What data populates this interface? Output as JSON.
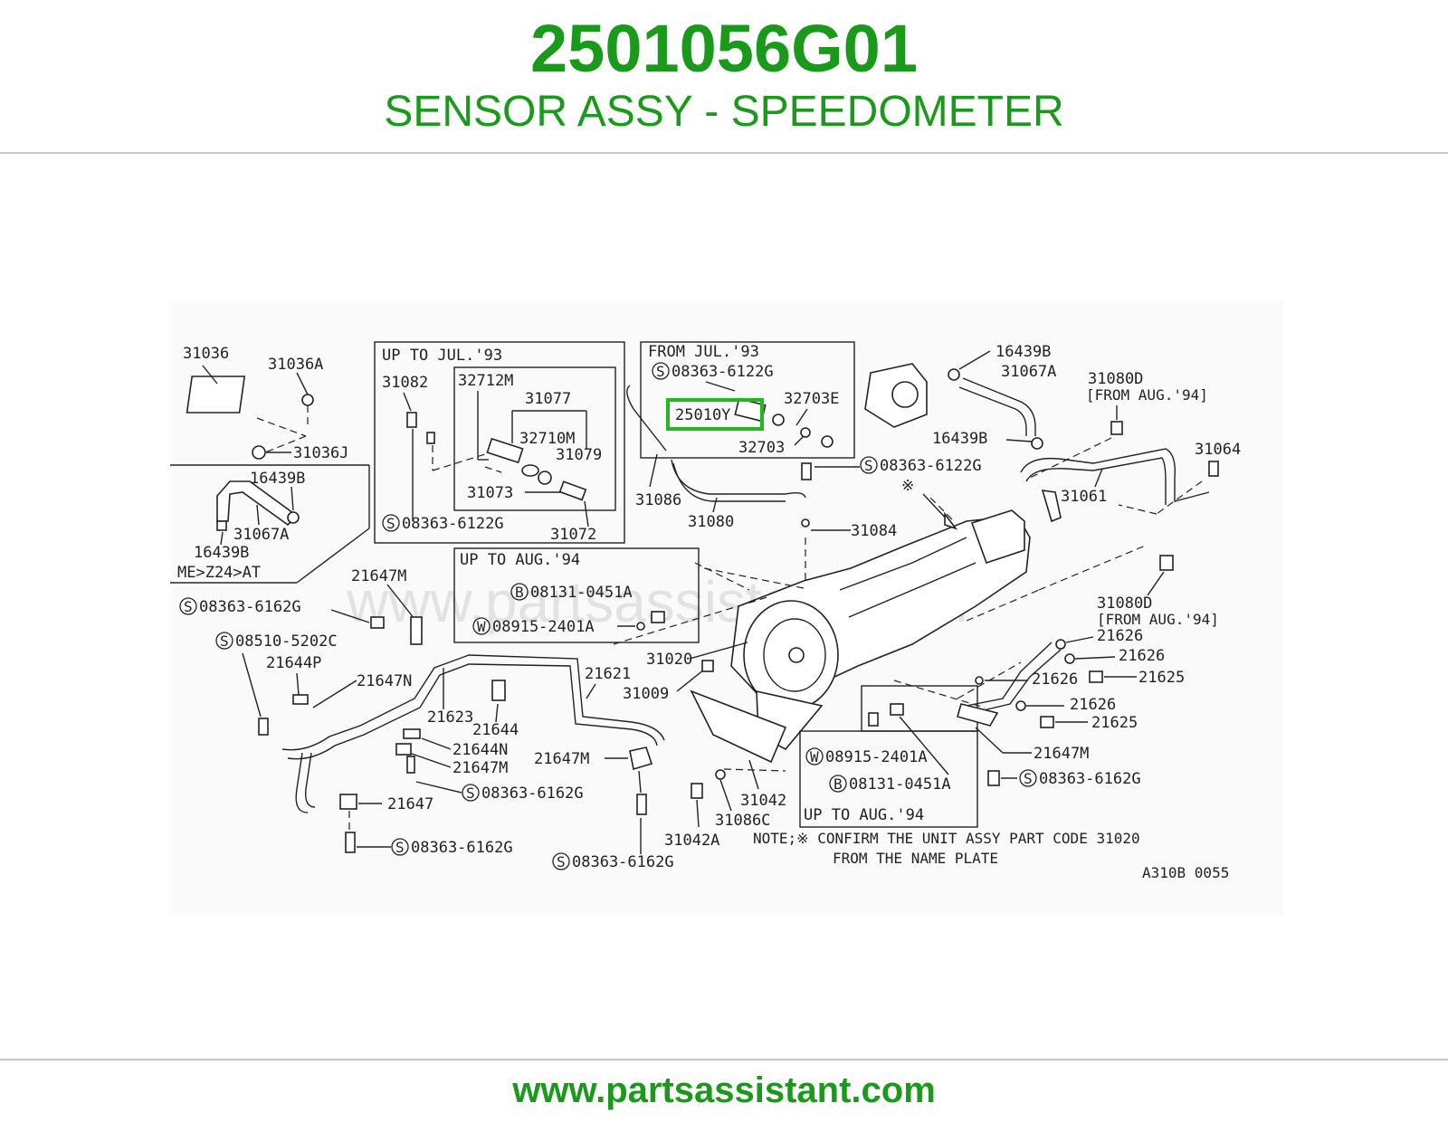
{
  "header": {
    "part_number": "2501056G01",
    "description": "SENSOR ASSY - SPEEDOMETER"
  },
  "footer": {
    "url": "www.partsassistant.com"
  },
  "diagram": {
    "watermark": "www.partsassistant.com",
    "highlight_label": "25010Y",
    "boxes": {
      "up_to_jul93": "UP TO JUL.'93",
      "from_jul93": "FROM JUL.'93",
      "up_to_aug94_a": "UP TO AUG.'94",
      "up_to_aug94_b": "UP TO AUG.'94",
      "me_z24_at": "ME>Z24>AT"
    },
    "labels": {
      "p31036": "31036",
      "p31036A": "31036A",
      "p31036J": "31036J",
      "p16439B_a": "16439B",
      "p31067A_a": "31067A",
      "p16439B_b": "16439B",
      "p31082": "31082",
      "p32712M": "32712M",
      "p31077": "31077",
      "p32710M": "32710M",
      "p31079": "31079",
      "p31073": "31073",
      "p08363_6122G_a": "08363-6122G",
      "p31072": "31072",
      "p08363_6122G_b": "08363-6122G",
      "p32703E": "32703E",
      "p32703": "32703",
      "p31086": "31086",
      "p31080": "31080",
      "p08363_6122G_c": "08363-6122G",
      "p31084": "31084",
      "p16439B_c": "16439B",
      "p31067A_b": "31067A",
      "p31080D_a": "31080D",
      "from_aug94_a": "[FROM AUG.'94]",
      "p16439B_d": "16439B",
      "p31064": "31064",
      "p31061": "31061",
      "p21647M_a": "21647M",
      "p08363_6162G_a": "08363-6162G",
      "p08510_5202C": "08510-5202C",
      "p21644P": "21644P",
      "p21647N": "21647N",
      "p21623": "21623",
      "p21644": "21644",
      "p21644N": "21644N",
      "p21647M_b": "21647M",
      "p08363_6162G_b": "08363-6162G",
      "p21647": "21647",
      "p08363_6162G_c": "08363-6162G",
      "p08131_0451A_a": "08131-0451A",
      "p08915_2401A_a": "08915-2401A",
      "p31020": "31020",
      "p21621": "21621",
      "p31009": "31009",
      "p21647M_c": "21647M",
      "p08363_6162G_d": "08363-6162G",
      "p31042A": "31042A",
      "p31086C": "31086C",
      "p31042": "31042",
      "p08915_2401A_b": "08915-2401A",
      "p08131_0451A_b": "08131-0451A",
      "p31080D_b": "31080D",
      "from_aug94_b": "[FROM AUG.'94]",
      "p21626_a": "21626",
      "p21626_b": "21626",
      "p21626_c": "21626",
      "p21625_a": "21625",
      "p21626_d": "21626",
      "p21625_b": "21625",
      "p21647M_d": "21647M",
      "p08363_6162G_e": "08363-6162G",
      "note_line1": "NOTE;※ CONFIRM THE UNIT ASSY PART CODE  31020",
      "note_line2": "FROM THE NAME PLATE",
      "drawing_code": "A310B 0055"
    },
    "circle_letters": {
      "s": "S",
      "b": "B",
      "w": "W"
    }
  }
}
